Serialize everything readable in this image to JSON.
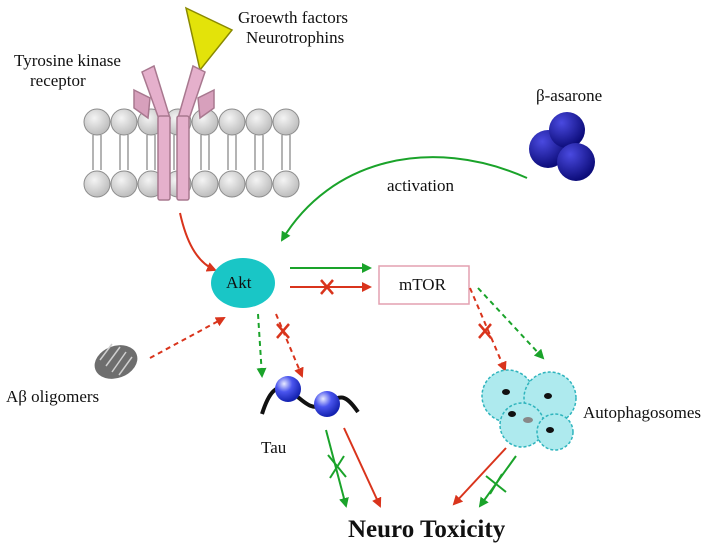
{
  "labels": {
    "growth_factors": "Groewth factors",
    "neurotrophins": "Neurotrophins",
    "receptor_line1": "Tyrosine kinase",
    "receptor_line2": "receptor",
    "beta_asarone": "β-asarone",
    "activation": "activation",
    "akt": "Akt",
    "mtor": "mTOR",
    "abeta": "Aβ oligomers",
    "tau": "Tau",
    "autophagosomes": "Autophagosomes",
    "neuro_toxicity": "Neuro Toxicity"
  },
  "colors": {
    "activation_arrow": "#1aa32a",
    "inhibition_arrow": "#d9341c",
    "akt_fill": "#19c6c6",
    "mtor_border": "#e3a0b0",
    "receptor": "#e5b0cc",
    "beta_asarone": "#1a1aa0",
    "autophagosome": "#aeeaee",
    "tau_bead": "#2a3ae0",
    "growth_factor": "#e3e30a",
    "membrane": "#d6d6d6"
  },
  "icons": [
    "triangle-growth-factor-icon",
    "receptor-icon",
    "membrane-icon",
    "molecule-icon",
    "amyloid-oligomer-icon",
    "tau-protein-icon",
    "autophagosome-cluster-icon"
  ]
}
